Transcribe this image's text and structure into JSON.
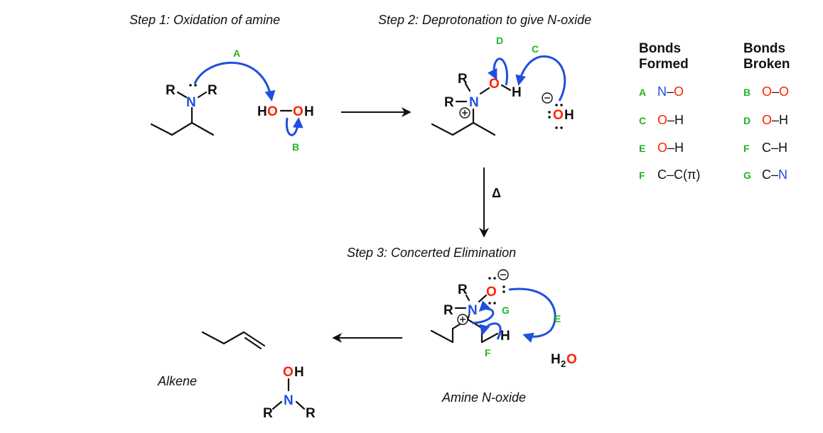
{
  "steps": {
    "step1": "Step 1: Oxidation of amine",
    "step2": "Step 2: Deprotonation to give N-oxide",
    "step3": "Step 3: Concerted Elimination"
  },
  "captions": {
    "alkene": "Alkene",
    "n_oxide": "Amine N-oxide"
  },
  "conditions": {
    "heat": "Δ"
  },
  "atoms": {
    "R": "R",
    "N": "N",
    "O": "O",
    "H": "H",
    "HO": "HO",
    "OH": "OH",
    "H2": "H",
    "sub2": "2"
  },
  "arrow_labels": {
    "A": "A",
    "B": "B",
    "C": "C",
    "D": "D",
    "E": "E",
    "F": "F",
    "G": "G"
  },
  "table": {
    "formed_header": [
      "Bonds",
      "Formed"
    ],
    "broken_header": [
      "Bonds",
      "Broken"
    ],
    "formed": [
      {
        "letter": "A",
        "a": "N",
        "dash": "–",
        "b": "O",
        "a_color": "#1f4fe0",
        "b_color": "#ff2200"
      },
      {
        "letter": "C",
        "a": "O",
        "dash": "–",
        "b": "H",
        "a_color": "#ff2200",
        "b_color": "#111111"
      },
      {
        "letter": "E",
        "a": "O",
        "dash": "–",
        "b": "H",
        "a_color": "#ff2200",
        "b_color": "#111111"
      },
      {
        "letter": "F",
        "a": "C",
        "dash": "–",
        "b": "C(π)",
        "a_color": "#111111",
        "b_color": "#111111"
      }
    ],
    "broken": [
      {
        "letter": "B",
        "a": "O",
        "dash": "–",
        "b": "O",
        "a_color": "#ff2200",
        "b_color": "#ff2200"
      },
      {
        "letter": "D",
        "a": "O",
        "dash": "–",
        "b": "H",
        "a_color": "#ff2200",
        "b_color": "#111111"
      },
      {
        "letter": "F",
        "a": "C",
        "dash": "–",
        "b": "H",
        "a_color": "#111111",
        "b_color": "#111111"
      },
      {
        "letter": "G",
        "a": "C",
        "dash": "–",
        "b": "N",
        "a_color": "#111111",
        "b_color": "#1f4fe0"
      }
    ]
  },
  "colors": {
    "nitrogen": "#1f4fe0",
    "oxygen": "#ff2200",
    "label": "#22b422",
    "arrow": "#1f4fe0",
    "text": "#111111"
  }
}
